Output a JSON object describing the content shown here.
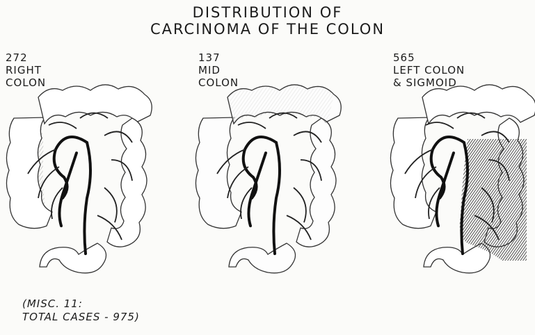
{
  "title": {
    "line1": "DISTRIBUTION OF",
    "line2": "CARCINOMA OF THE COLON"
  },
  "panels": [
    {
      "count": "272",
      "label_lines": [
        "RIGHT",
        "COLON"
      ],
      "shaded_region": "right"
    },
    {
      "count": "137",
      "label_lines": [
        "MID",
        "COLON"
      ],
      "shaded_region": "mid"
    },
    {
      "count": "565",
      "label_lines": [
        "LEFT COLON",
        "& SIGMOID"
      ],
      "shaded_region": "left"
    }
  ],
  "note": {
    "line1": "(MISC. 11:",
    "line2": "TOTAL CASES - 975)"
  }
}
